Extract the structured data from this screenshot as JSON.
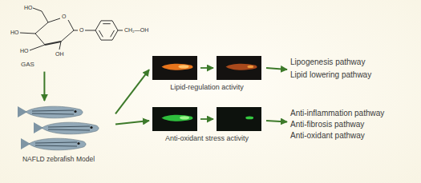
{
  "diagram": {
    "nodes": [
      {
        "text": [
          "GAS"
        ]
      },
      {
        "text": [
          "NAFLD zebrafish Model"
        ]
      },
      {
        "text": [
          "Lipid-regulation activity"
        ]
      },
      {
        "text": [
          "Anti-oxidant stress activity"
        ]
      },
      {
        "text": [
          "Lipogenesis pathway",
          "Lipid lowering pathway"
        ]
      },
      {
        "text": [
          "Anti-inflammation pathway",
          "Anti-fibrosis pathway",
          "Anti-oxidant pathway"
        ]
      }
    ],
    "edges": [
      {
        "from": 0,
        "to": 1,
        "arrow": "to"
      },
      {
        "from": 1,
        "to": 2,
        "arrow": "to"
      },
      {
        "from": 1,
        "to": 3,
        "arrow": "to"
      },
      {
        "from": 2,
        "to": 4,
        "arrow": "to"
      },
      {
        "from": 3,
        "to": 5,
        "arrow": "to"
      }
    ],
    "labels": [
      "HO",
      "HO",
      "HO",
      "OH",
      "O",
      "O",
      "CH₂—OH"
    ]
  }
}
